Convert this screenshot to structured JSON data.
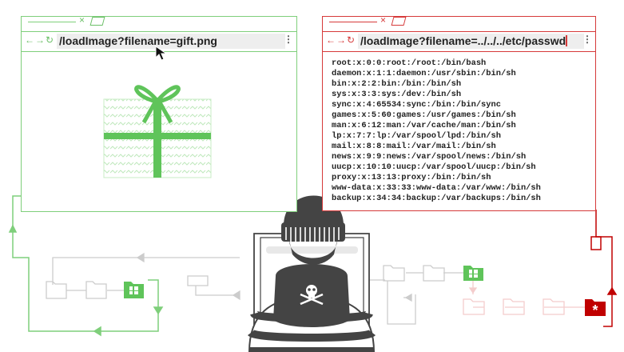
{
  "left_browser": {
    "url": "/loadImage?filename=gift.png",
    "nav_icons": [
      "back-icon",
      "forward-icon",
      "reload-icon"
    ],
    "image": "gift-icon",
    "accent": "#6bbf67"
  },
  "right_browser": {
    "url": "/loadImage?filename=../../../etc/passwd",
    "nav_icons": [
      "back-icon",
      "forward-icon",
      "reload-icon"
    ],
    "accent": "#d63a3a",
    "file_lines": [
      "root:x:0:0:root:/root:/bin/bash",
      "daemon:x:1:1:daemon:/usr/sbin:/bin/sh",
      "bin:x:2:2:bin:/bin:/bin/sh",
      "sys:x:3:3:sys:/dev:/bin/sh",
      "sync:x:4:65534:sync:/bin:/bin/sync",
      "games:x:5:60:games:/usr/games:/bin/sh",
      "man:x:6:12:man:/var/cache/man:/bin/sh",
      "lp:x:7:7:lp:/var/spool/lpd:/bin/sh",
      "mail:x:8:8:mail:/var/mail:/bin/sh",
      "news:x:9:9:news:/var/spool/news:/bin/sh",
      "uucp:x:10:10:uucp:/var/spool/uucp:/bin/sh",
      "proxy:x:13:13:proxy:/bin:/bin/sh",
      "www-data:x:33:33:www-data:/var/www:/bin/sh",
      "backup:x:34:34:backup:/var/backups:/bin/sh"
    ]
  },
  "illustration": {
    "attacker": "hacker-with-skull-hoodie",
    "left_path": "filesystem-tree-to-images-folder",
    "right_path": "filesystem-tree-to-etc-passwd"
  }
}
